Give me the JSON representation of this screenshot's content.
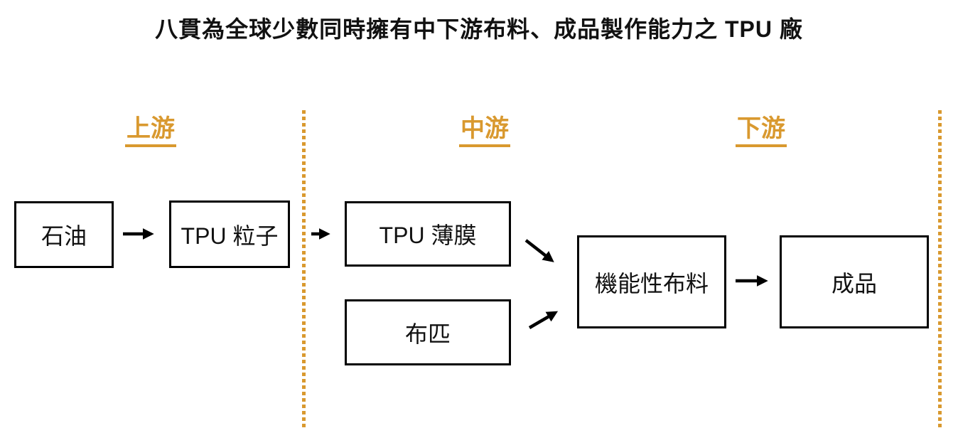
{
  "title": "八貫為全球少數同時擁有中下游布料、成品製作能力之 TPU 廠",
  "sections": {
    "upstream": "上游",
    "midstream": "中游",
    "downstream": "下游"
  },
  "nodes": {
    "oil": "石油",
    "tpu_pellets": "TPU 粒子",
    "tpu_film": "TPU 薄膜",
    "cloth": "布匹",
    "functional_fabric": "機能性布料",
    "finished_product": "成品"
  },
  "edges": [
    {
      "from": "石油",
      "to": "TPU 粒子"
    },
    {
      "from": "TPU 粒子",
      "to": "TPU 薄膜"
    },
    {
      "from": "TPU 薄膜",
      "to": "機能性布料"
    },
    {
      "from": "布匹",
      "to": "機能性布料"
    },
    {
      "from": "機能性布料",
      "to": "成品"
    }
  ],
  "colors": {
    "accent": "#D9992F",
    "box_border": "#000000",
    "text": "#111111",
    "background": "#FFFFFF"
  }
}
